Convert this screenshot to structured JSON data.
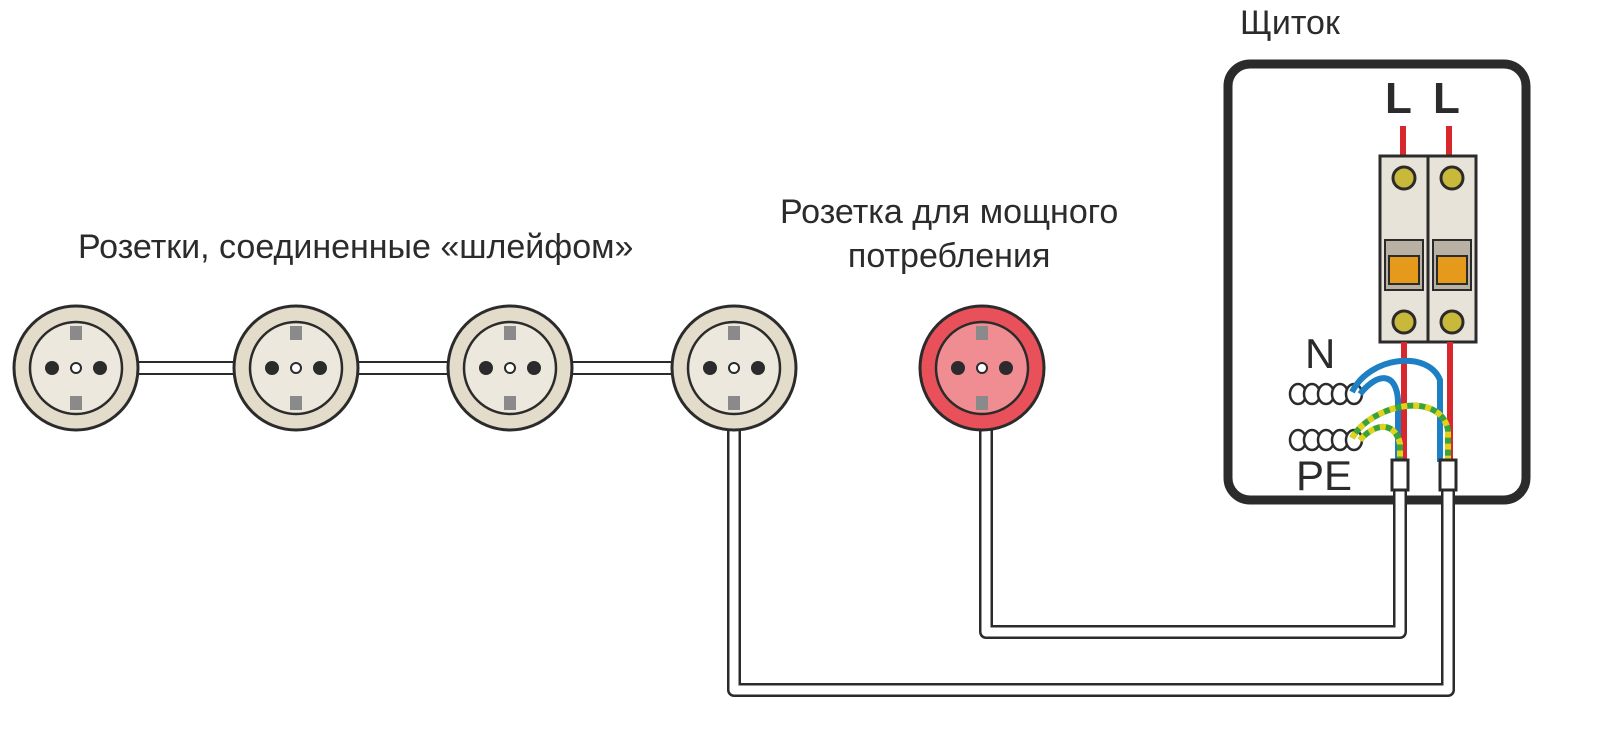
{
  "labels": {
    "panel_title": "Щиток",
    "daisy_chain_caption": "Розетки, соединенные «шлейфом»",
    "power_socket_caption_line1": "Розетка для мощного",
    "power_socket_caption_line2": "потребления",
    "phase_1": "L",
    "phase_2": "L",
    "neutral": "N",
    "earth": "PE"
  },
  "colors": {
    "socket_beige": "#e4dccb",
    "socket_power": "#e8505a",
    "phase_wire": "#d9272e",
    "neutral_wire": "#1d7fc4",
    "earth_wire_green": "#3aa23a",
    "earth_wire_yellow": "#e3d21b",
    "breaker_body": "#e8e3d8",
    "breaker_toggle": "#e59a1c",
    "terminal": "#c9b93a"
  },
  "components": {
    "daisy_chain_sockets": 4,
    "power_sockets": 1,
    "breakers": 2
  }
}
